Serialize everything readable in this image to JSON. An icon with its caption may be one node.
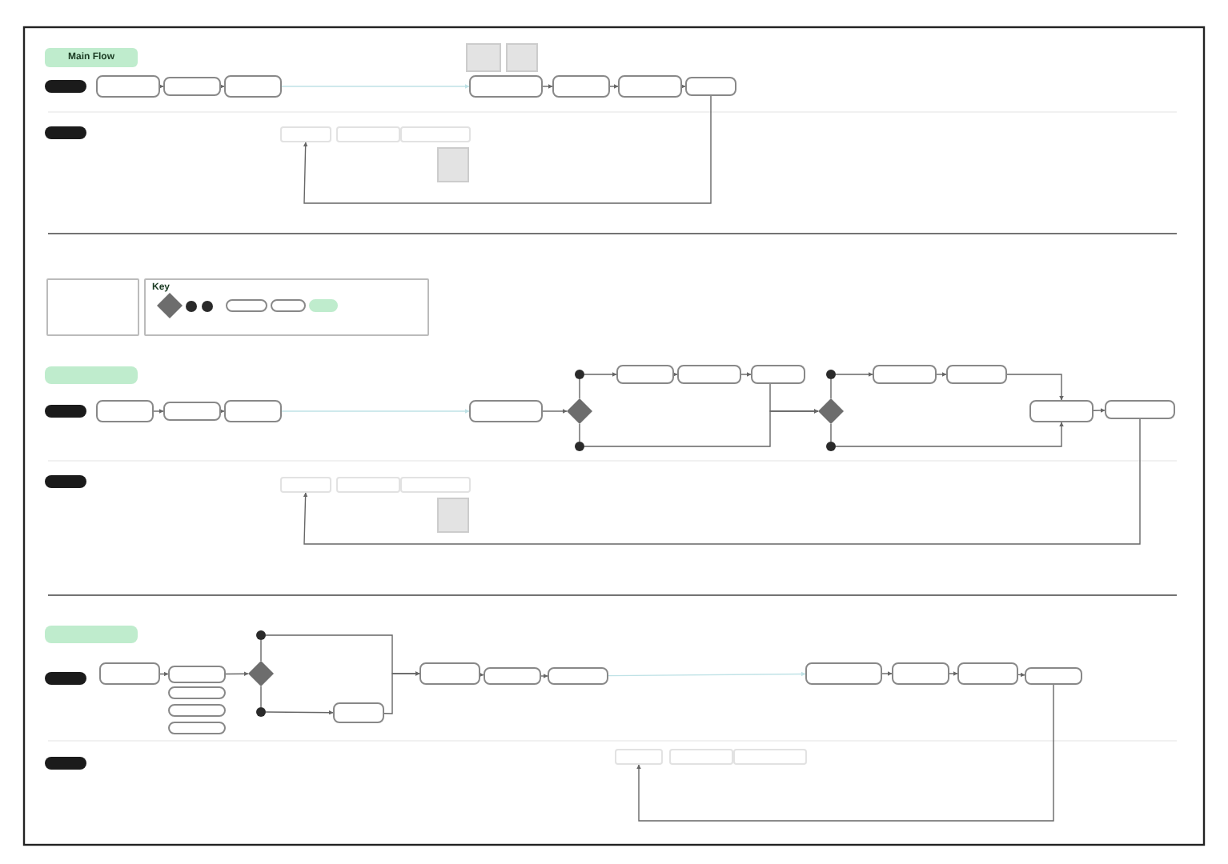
{
  "diagram": {
    "nodes": [
      {
        "text": [
          "Main Flow"
        ]
      },
      {
        "text": [],
        "shape": "box"
      },
      {
        "text": [],
        "shape": "box"
      },
      {
        "text": [],
        "shape": "box"
      },
      {
        "text": [],
        "shape": "box"
      },
      {
        "text": [],
        "shape": "box"
      },
      {
        "text": [],
        "shape": "note"
      },
      {
        "text": [],
        "shape": "note"
      },
      {
        "text": [],
        "shape": "box"
      },
      {
        "text": [],
        "shape": "box"
      },
      {
        "text": [],
        "shape": "box"
      },
      {
        "text": [],
        "shape": "box"
      },
      {
        "text": [],
        "shape": "box"
      },
      {
        "text": [],
        "shape": "box"
      },
      {
        "text": [],
        "shape": "box"
      },
      {
        "text": [],
        "shape": "note"
      },
      {
        "text": [],
        "shape": "box"
      },
      {
        "text": [
          "Key"
        ]
      },
      {
        "text": [],
        "shape": "diamond",
        "in": 17
      },
      {
        "text": [],
        "shape": "circle",
        "in": 17
      },
      {
        "text": [],
        "shape": "circle",
        "in": 17
      },
      {
        "text": [],
        "shape": "box",
        "in": 17
      },
      {
        "text": [],
        "shape": "box",
        "in": 17
      },
      {
        "text": [],
        "shape": "box",
        "in": 17
      },
      {
        "text": [],
        "shape": "box"
      },
      {
        "text": [],
        "shape": "box"
      },
      {
        "text": [],
        "shape": "box"
      },
      {
        "text": [],
        "shape": "box"
      },
      {
        "text": [],
        "shape": "box"
      },
      {
        "text": [],
        "shape": "box"
      },
      {
        "text": [],
        "shape": "box"
      },
      {
        "text": [],
        "shape": "diamond"
      },
      {
        "text": [],
        "shape": "circle"
      },
      {
        "text": [],
        "shape": "circle"
      },
      {
        "text": [],
        "shape": "box"
      },
      {
        "text": [],
        "shape": "box"
      },
      {
        "text": [],
        "shape": "box"
      },
      {
        "text": [],
        "shape": "diamond"
      },
      {
        "text": [],
        "shape": "circle"
      },
      {
        "text": [],
        "shape": "circle"
      },
      {
        "text": [],
        "shape": "box"
      },
      {
        "text": [],
        "shape": "box"
      },
      {
        "text": [],
        "shape": "box"
      },
      {
        "text": [],
        "shape": "box"
      },
      {
        "text": [],
        "shape": "box"
      },
      {
        "text": [],
        "shape": "box"
      },
      {
        "text": [],
        "shape": "box"
      },
      {
        "text": [],
        "shape": "note"
      },
      {
        "text": [],
        "shape": "box"
      },
      {
        "text": [],
        "shape": "box"
      },
      {
        "text": [],
        "shape": "box"
      },
      {
        "text": [],
        "shape": "box"
      },
      {
        "text": [],
        "shape": "box"
      },
      {
        "text": [],
        "shape": "box"
      },
      {
        "text": [],
        "shape": "box"
      },
      {
        "text": [],
        "shape": "box"
      },
      {
        "text": [],
        "shape": "diamond"
      },
      {
        "text": [],
        "shape": "circle"
      },
      {
        "text": [],
        "shape": "circle"
      },
      {
        "text": [],
        "shape": "box"
      },
      {
        "text": [],
        "shape": "box"
      },
      {
        "text": [],
        "shape": "box"
      },
      {
        "text": [],
        "shape": "box"
      },
      {
        "text": [],
        "shape": "box"
      },
      {
        "text": [],
        "shape": "box"
      },
      {
        "text": [],
        "shape": "box"
      },
      {
        "text": [],
        "shape": "box"
      },
      {
        "text": [],
        "shape": "box"
      },
      {
        "text": [],
        "shape": "box"
      },
      {
        "text": [],
        "shape": "box"
      }
    ],
    "edges": [
      {
        "from": 3,
        "to": 4,
        "arrow": "to"
      },
      {
        "from": 4,
        "to": 5,
        "arrow": "to"
      },
      {
        "from": 5,
        "to": 8,
        "arrow": "to",
        "color": "#bfe2e6"
      },
      {
        "from": 8,
        "to": 9,
        "arrow": "to"
      },
      {
        "from": 9,
        "to": 10,
        "arrow": "to"
      },
      {
        "from": 10,
        "to": 11,
        "arrow": "to"
      },
      {
        "from": 11,
        "to": 12,
        "arrow": "to"
      },
      {
        "from": 27,
        "to": 28,
        "arrow": "to"
      },
      {
        "from": 28,
        "to": 29,
        "arrow": "to"
      },
      {
        "from": 29,
        "to": 30,
        "arrow": "to",
        "color": "#bfe2e6"
      },
      {
        "from": 30,
        "to": 31,
        "arrow": "to"
      },
      {
        "from": 31,
        "to": 32,
        "arrow": "none"
      },
      {
        "from": 31,
        "to": 33,
        "arrow": "none"
      },
      {
        "from": 32,
        "to": 34,
        "arrow": "to"
      },
      {
        "from": 34,
        "to": 35,
        "arrow": "to"
      },
      {
        "from": 35,
        "to": 36,
        "arrow": "to"
      },
      {
        "from": 36,
        "to": 37,
        "arrow": "to"
      },
      {
        "from": 33,
        "to": 37,
        "arrow": "to"
      },
      {
        "from": 37,
        "to": 38,
        "arrow": "none"
      },
      {
        "from": 37,
        "to": 39,
        "arrow": "none"
      },
      {
        "from": 38,
        "to": 40,
        "arrow": "to"
      },
      {
        "from": 40,
        "to": 41,
        "arrow": "to"
      },
      {
        "from": 41,
        "to": 42,
        "arrow": "to"
      },
      {
        "from": 39,
        "to": 42,
        "arrow": "to"
      },
      {
        "from": 42,
        "to": 43,
        "arrow": "to"
      },
      {
        "from": 43,
        "to": 44,
        "arrow": "to"
      },
      {
        "from": 51,
        "to": 52,
        "arrow": "to"
      },
      {
        "from": 52,
        "to": 56,
        "arrow": "to"
      },
      {
        "from": 56,
        "to": 57,
        "arrow": "none"
      },
      {
        "from": 56,
        "to": 58,
        "arrow": "none"
      },
      {
        "from": 57,
        "to": 59,
        "arrow": "to"
      },
      {
        "from": 58,
        "to": 66,
        "arrow": "to"
      },
      {
        "from": 66,
        "to": 59,
        "arrow": "to"
      },
      {
        "from": 59,
        "to": 60,
        "arrow": "to"
      },
      {
        "from": 60,
        "to": 61,
        "arrow": "to"
      },
      {
        "from": 61,
        "to": 62,
        "arrow": "to",
        "color": "#bfe2e6"
      },
      {
        "from": 62,
        "to": 63,
        "arrow": "to"
      },
      {
        "from": 63,
        "to": 64,
        "arrow": "to"
      },
      {
        "from": 64,
        "to": 65,
        "arrow": "to"
      },
      {
        "from": 65,
        "to": 67,
        "arrow": "to"
      }
    ]
  }
}
